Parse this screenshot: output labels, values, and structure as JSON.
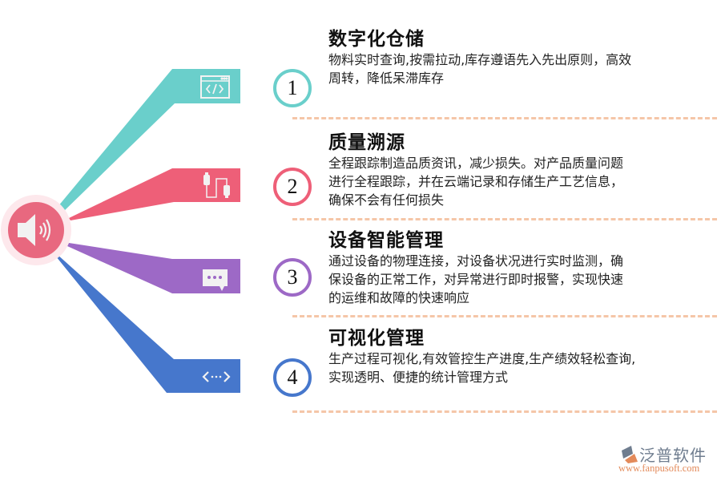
{
  "center": {
    "icon": "speaker-icon",
    "color": "#e8687f",
    "halo_color": "#fde8ec"
  },
  "items": [
    {
      "number": "1",
      "title": "数字化仓储",
      "description": [
        "物料实时查询,按需拉动,库存遵语先入先出原则，高效",
        "周转，降低呆滞库存"
      ],
      "icon": "code-window-icon",
      "color": "#6acfcb"
    },
    {
      "number": "2",
      "title": "质量溯源",
      "description": [
        "全程跟踪制造品质资讯，减少损失。对产品质量问题",
        "进行全程跟踪，并在云端记录和存储生产工艺信息，",
        "确保不会有任何损失"
      ],
      "icon": "cable-icon",
      "color": "#ee5f78"
    },
    {
      "number": "3",
      "title": "设备智能管理",
      "description": [
        "通过设备的物理连接，对设备状况进行实时监测，确",
        "保设备的正常工作，对异常进行即时报警，实现快速",
        "的运维和故障的快速响应"
      ],
      "icon": "chat-bubble-icon",
      "color": "#9d69c6"
    },
    {
      "number": "4",
      "title": "可视化管理",
      "description": [
        "生产过程可视化,有效管控生产进度,生产绩效轻松查询,",
        "实现透明、便捷的统计管理方式"
      ],
      "icon": "code-dots-icon",
      "color": "#4677cc"
    }
  ],
  "divider_color": "#f5c6a8",
  "logo": {
    "name": "泛普软件",
    "url": "www.fanpusoft.com"
  }
}
